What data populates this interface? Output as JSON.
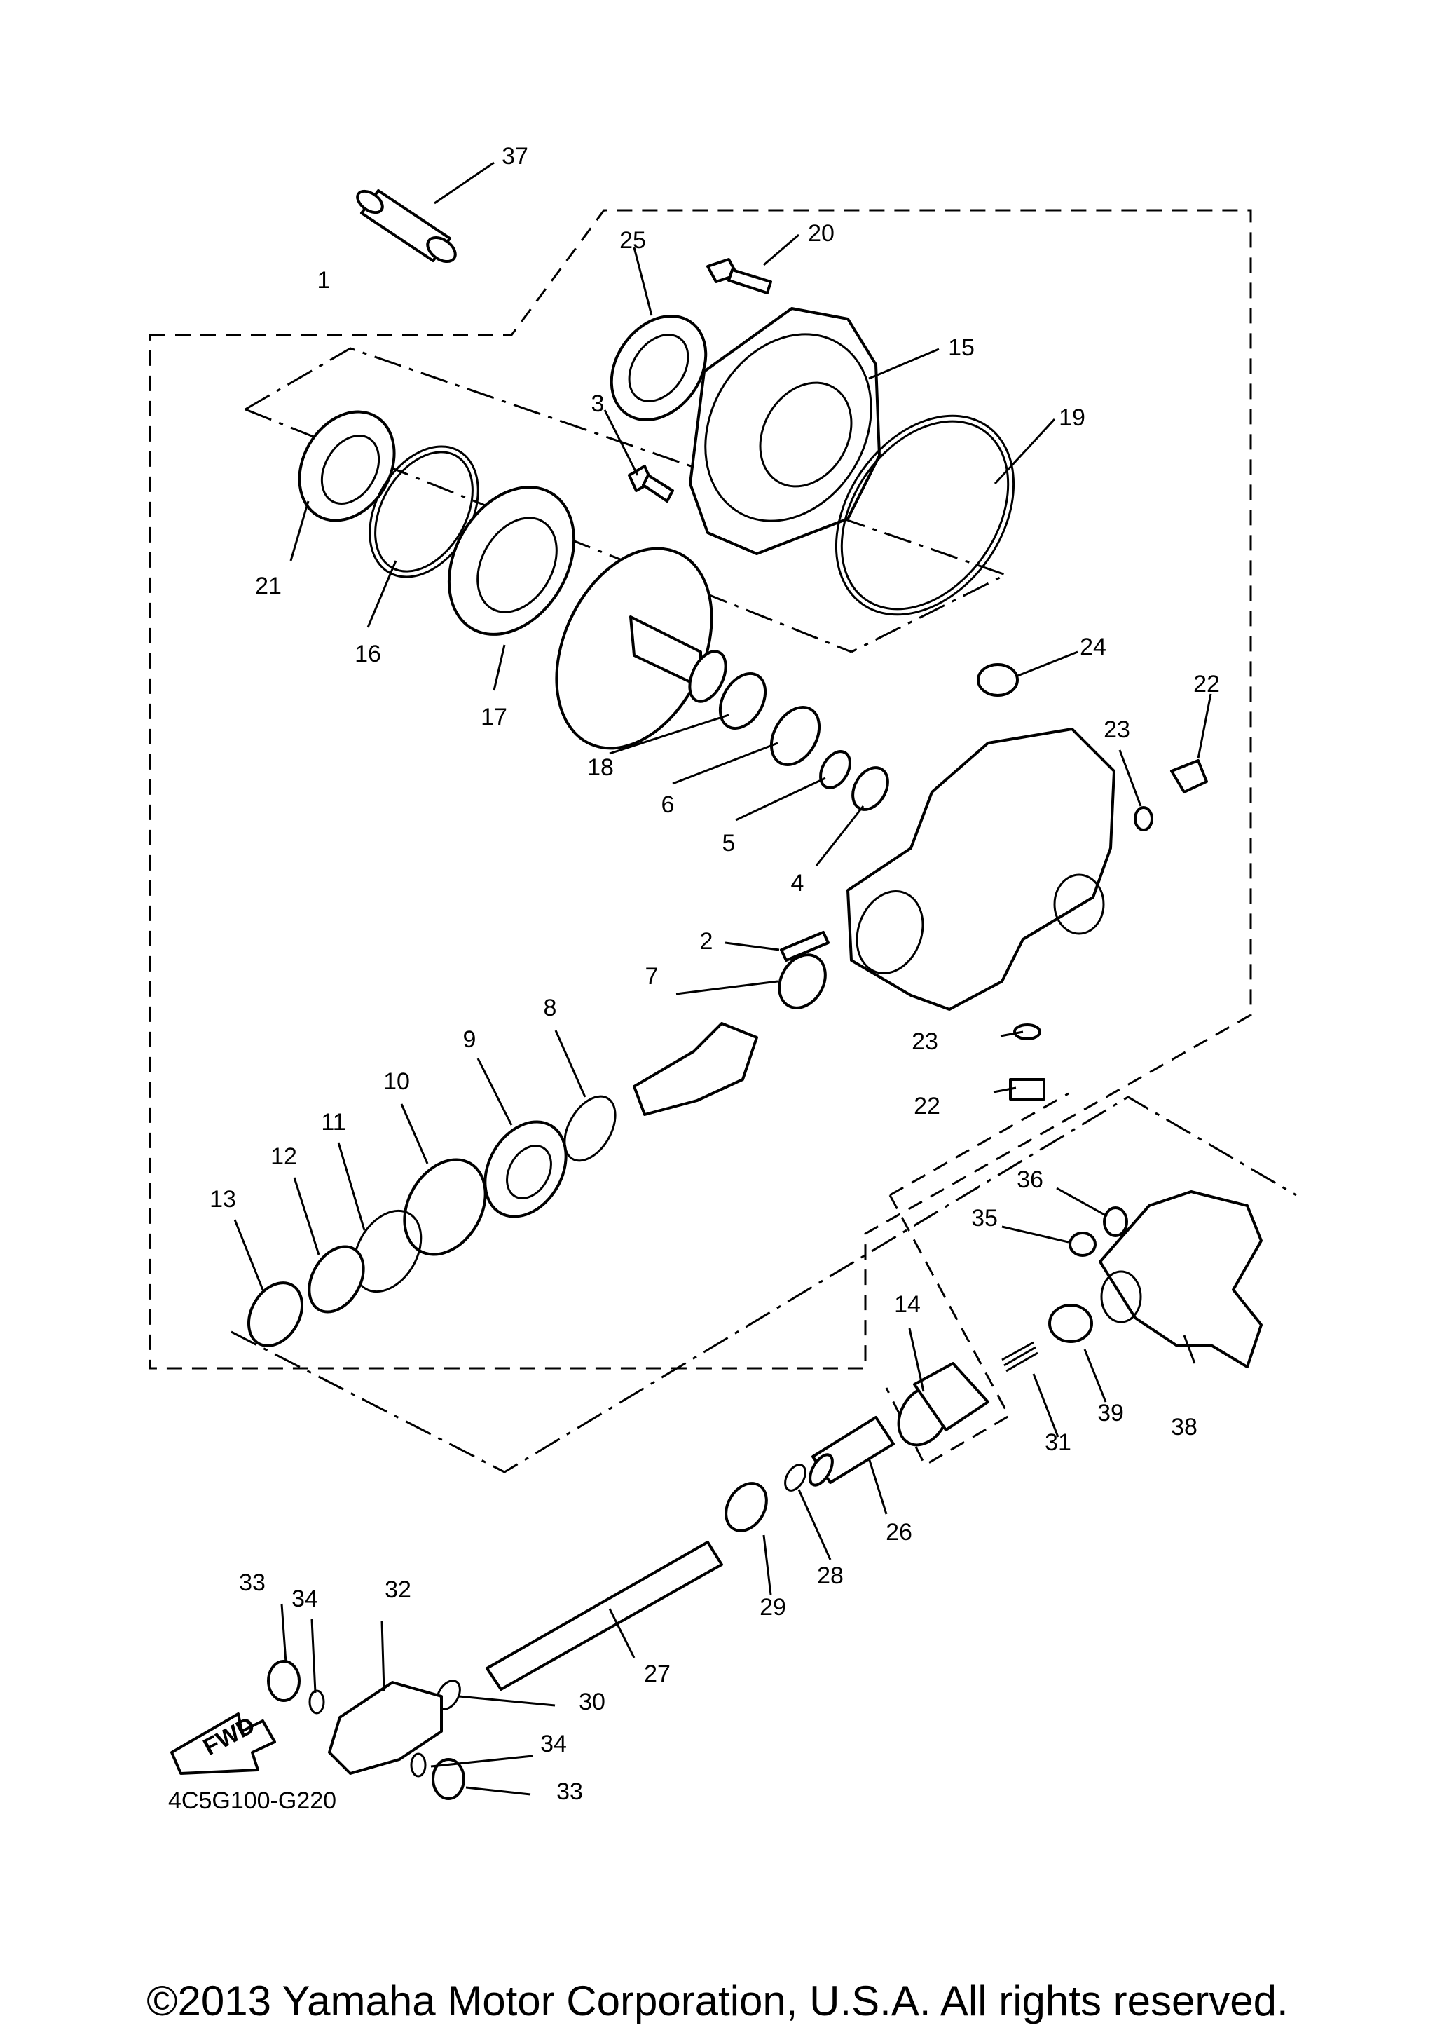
{
  "diagram": {
    "code": "4C5G100-G220",
    "direction_label": "FWD",
    "copyright": "©2013 Yamaha Motor Corporation, U.S.A. All rights reserved.",
    "callouts": [
      "1",
      "2",
      "3",
      "4",
      "5",
      "6",
      "7",
      "8",
      "9",
      "10",
      "11",
      "12",
      "13",
      "14",
      "15",
      "16",
      "17",
      "18",
      "19",
      "20",
      "21",
      "22",
      "22",
      "23",
      "23",
      "24",
      "25",
      "26",
      "27",
      "28",
      "29",
      "30",
      "31",
      "32",
      "33",
      "33",
      "34",
      "34",
      "35",
      "36",
      "37",
      "38",
      "39"
    ]
  }
}
